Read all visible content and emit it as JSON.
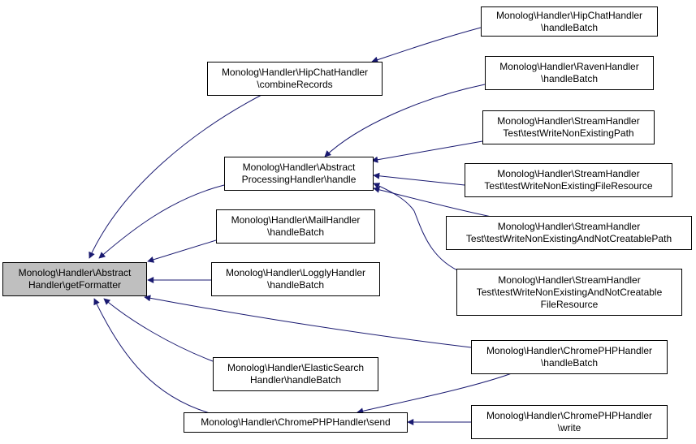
{
  "colors": {
    "edge": "#191970",
    "node_border": "#000000",
    "root_fill": "#bfbfbf",
    "node_fill": "#ffffff"
  },
  "nodes": {
    "root": {
      "lines": [
        "Monolog\\Handler\\Abstract",
        "Handler\\getFormatter"
      ]
    },
    "combine": {
      "lines": [
        "Monolog\\Handler\\HipChatHandler",
        "\\combineRecords"
      ]
    },
    "abstract": {
      "lines": [
        "Monolog\\Handler\\Abstract",
        "ProcessingHandler\\handle"
      ]
    },
    "mail": {
      "lines": [
        "Monolog\\Handler\\MailHandler",
        "\\handleBatch"
      ]
    },
    "loggly": {
      "lines": [
        "Monolog\\Handler\\LogglyHandler",
        "\\handleBatch"
      ]
    },
    "elastic": {
      "lines": [
        "Monolog\\Handler\\ElasticSearch",
        "Handler\\handleBatch"
      ]
    },
    "chromesend": {
      "lines": [
        "Monolog\\Handler\\ChromePHPHandler\\send"
      ]
    },
    "hipbatch": {
      "lines": [
        "Monolog\\Handler\\HipChatHandler",
        "\\handleBatch"
      ]
    },
    "raven": {
      "lines": [
        "Monolog\\Handler\\RavenHandler",
        "\\handleBatch"
      ]
    },
    "st1": {
      "lines": [
        "Monolog\\Handler\\StreamHandler",
        "Test\\testWriteNonExistingPath"
      ]
    },
    "st2": {
      "lines": [
        "Monolog\\Handler\\StreamHandler",
        "Test\\testWriteNonExistingFileResource"
      ]
    },
    "st3": {
      "lines": [
        "Monolog\\Handler\\StreamHandler",
        "Test\\testWriteNonExistingAndNotCreatablePath"
      ]
    },
    "st4": {
      "lines": [
        "Monolog\\Handler\\StreamHandler",
        "Test\\testWriteNonExistingAndNotCreatable",
        "FileResource"
      ]
    },
    "chromebatch": {
      "lines": [
        "Monolog\\Handler\\ChromePHPHandler",
        "\\handleBatch"
      ]
    },
    "chromewrite": {
      "lines": [
        "Monolog\\Handler\\ChromePHPHandler",
        "\\write"
      ]
    }
  }
}
